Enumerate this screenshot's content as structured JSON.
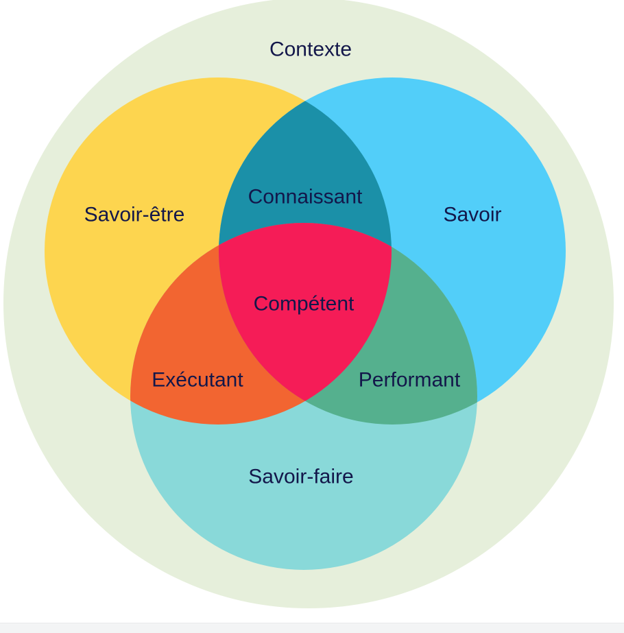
{
  "diagram": {
    "context_label": "Contexte",
    "sets": {
      "savoir_etre": "Savoir-être",
      "savoir": "Savoir",
      "savoir_faire": "Savoir-faire"
    },
    "intersections": {
      "connaissant": "Connaissant",
      "executant": "Exécutant",
      "performant": "Performant",
      "competent": "Compétent"
    }
  },
  "colors": {
    "context_fill": "#e6efdb",
    "savoir_etre": "#fdd54f",
    "savoir": "#52cef9",
    "savoir_faire": "#89d9d9",
    "connaissant": "#1b90a8",
    "executant": "#f26531",
    "performant": "#55b08e",
    "competent": "#f51c57",
    "label_text": "#13174a"
  }
}
